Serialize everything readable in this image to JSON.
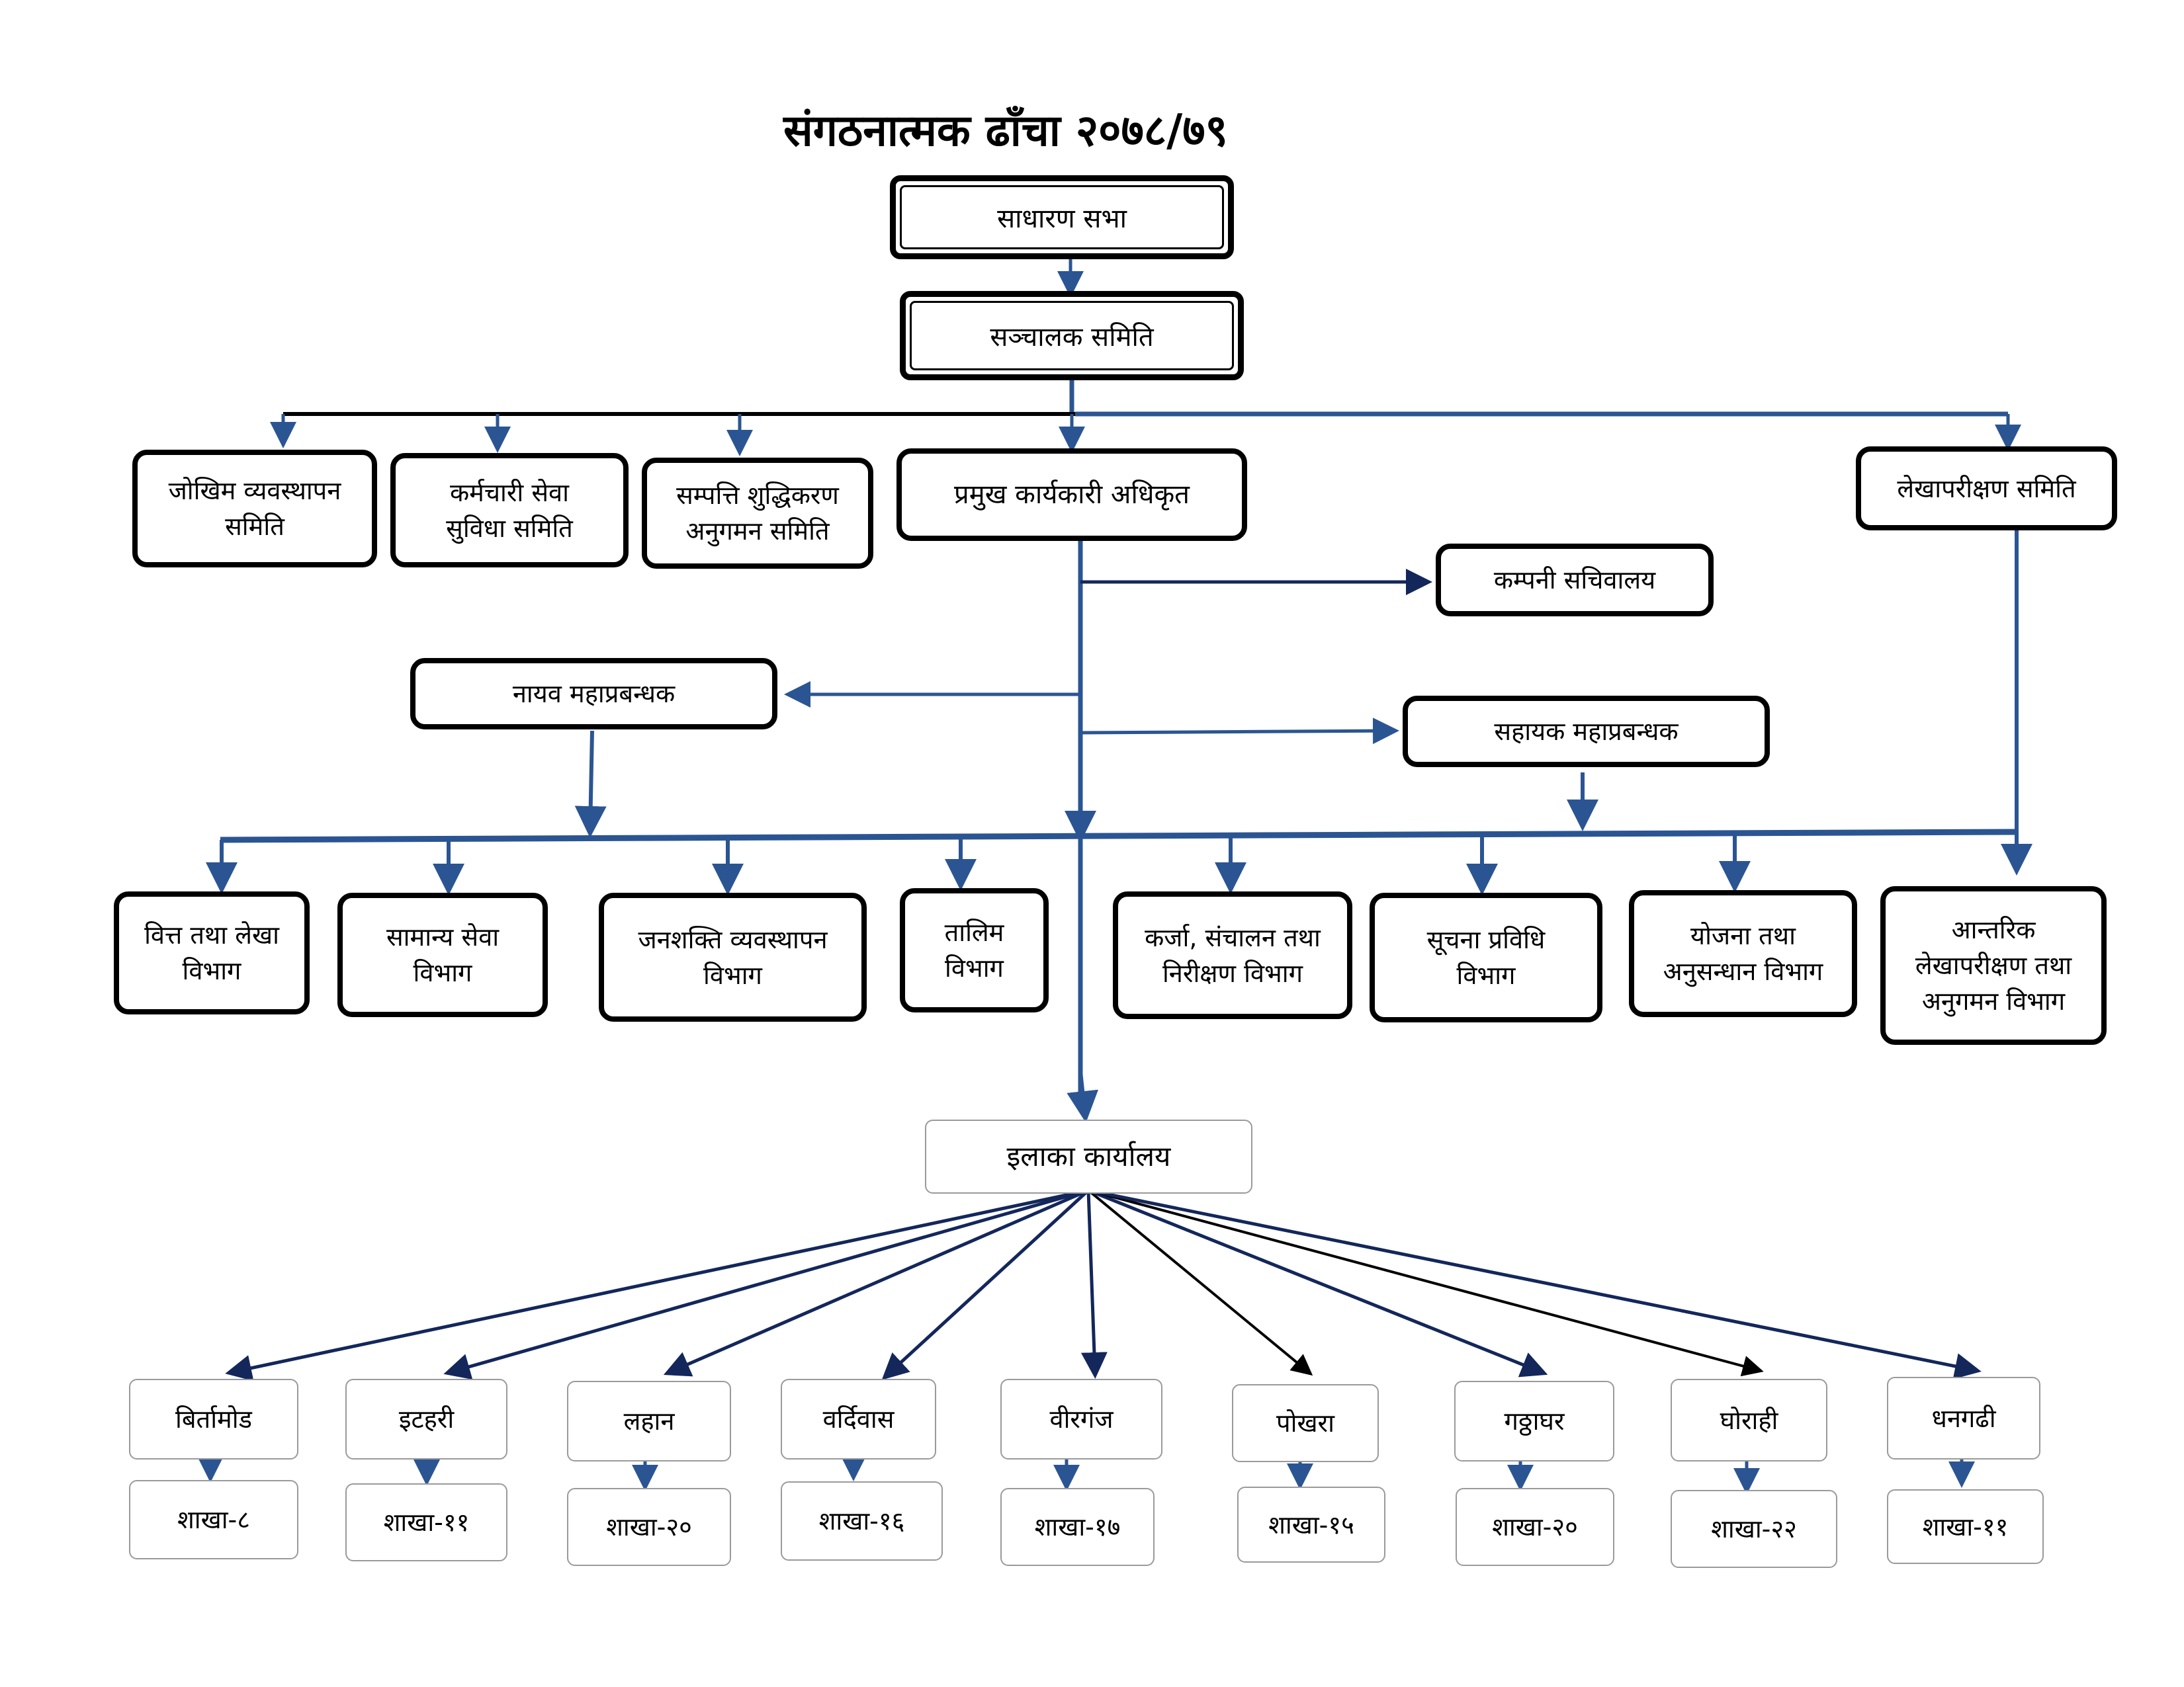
{
  "title": "संगठनात्मक ढाँचा २०७८/७९",
  "nodes": {
    "general_assembly": "साधारण सभा",
    "board": "सञ्चालक समिति",
    "risk_committee": "जोखिम व्यवस्थापन\nसमिति",
    "employee_committee": "कर्मचारी सेवा\nसुविधा समिति",
    "aml_committee": "सम्पत्ति शुद्धिकरण\nअनुगमन समिति",
    "ceo": "प्रमुख कार्यकारी अधिकृत",
    "audit_committee": "लेखापरीक्षण समिति",
    "company_secretariat": "कम्पनी सचिवालय",
    "deputy_gm": "नायव महाप्रबन्धक",
    "assistant_gm": "सहायक महाप्रबन्धक",
    "departments": [
      "वित्त तथा लेखा\nविभाग",
      "सामान्य सेवा\nविभाग",
      "जनशक्ति व्यवस्थापन\nविभाग",
      "तालिम\nविभाग",
      "कर्जा, संचालन तथा\nनिरीक्षण विभाग",
      "सूचना प्रविधि\nविभाग",
      "योजना तथा\nअनुसन्धान विभाग",
      "आन्तरिक\nलेखापरीक्षण तथा\nअनुगमन विभाग"
    ],
    "regional_office": "इलाका कार्यालय",
    "regions": [
      {
        "name": "बिर्तामोड",
        "branches": "शाखा-८"
      },
      {
        "name": "इटहरी",
        "branches": "शाखा-११"
      },
      {
        "name": "लहान",
        "branches": "शाखा-२०"
      },
      {
        "name": "वर्दिवास",
        "branches": "शाखा-१६"
      },
      {
        "name": "वीरगंज",
        "branches": "शाखा-१७"
      },
      {
        "name": "पोखरा",
        "branches": "शाखा-१५"
      },
      {
        "name": "गठ्ठाघर",
        "branches": "शाखा-२०"
      },
      {
        "name": "घोराही",
        "branches": "शाखा-२२"
      },
      {
        "name": "धनगढी",
        "branches": "शाखा-११"
      }
    ]
  },
  "colors": {
    "blue": "#2b5592",
    "navy": "#13275b",
    "black": "#000000",
    "border_gray": "#9a9a9a"
  }
}
